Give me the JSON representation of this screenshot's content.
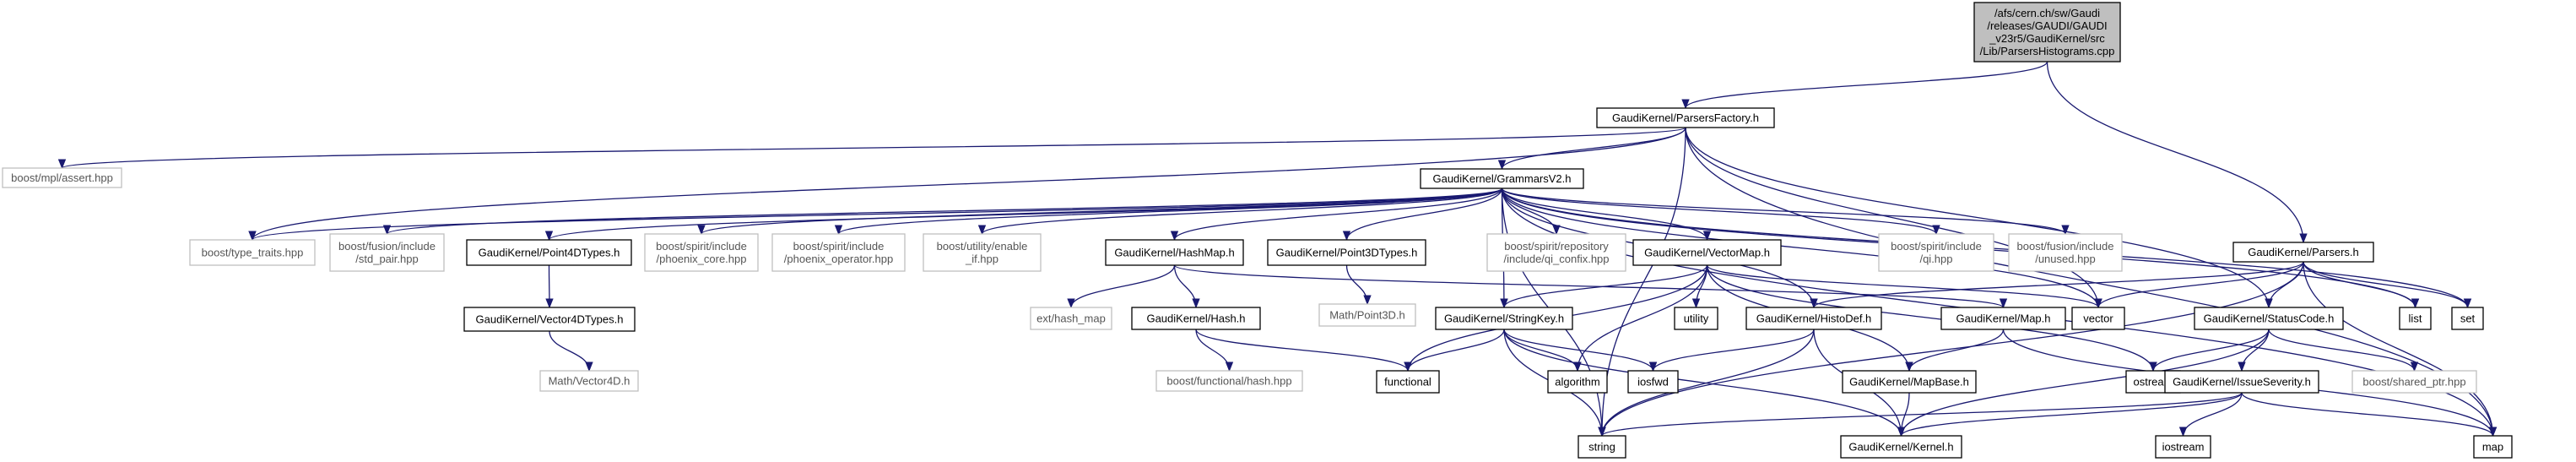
{
  "colors": {
    "edge": "#191970",
    "box_border": "#000000",
    "ext_border": "#bfbfbf",
    "root_fill": "#bfbfbf"
  },
  "nodes": {
    "root": {
      "lines": [
        "/afs/cern.ch/sw/Gaudi",
        "/releases/GAUDI/GAUDI",
        "_v23r5/GaudiKernel/src",
        "/Lib/ParsersHistograms.cpp"
      ],
      "kind": "root"
    },
    "parsersfactory": {
      "lines": [
        "GaudiKernel/ParsersFactory.h"
      ],
      "kind": "doc"
    },
    "parsers": {
      "lines": [
        "GaudiKernel/Parsers.h"
      ],
      "kind": "doc"
    },
    "assert": {
      "lines": [
        "boost/mpl/assert.hpp"
      ],
      "kind": "ext"
    },
    "grammars": {
      "lines": [
        "GaudiKernel/GrammarsV2.h"
      ],
      "kind": "doc"
    },
    "type_traits": {
      "lines": [
        "boost/type_traits.hpp"
      ],
      "kind": "ext"
    },
    "std_pair": {
      "lines": [
        "boost/fusion/include",
        "/std_pair.hpp"
      ],
      "kind": "ext"
    },
    "point4d": {
      "lines": [
        "GaudiKernel/Point4DTypes.h"
      ],
      "kind": "doc"
    },
    "phoenix_core": {
      "lines": [
        "boost/spirit/include",
        "/phoenix_core.hpp"
      ],
      "kind": "ext"
    },
    "phoenix_op": {
      "lines": [
        "boost/spirit/include",
        "/phoenix_operator.hpp"
      ],
      "kind": "ext"
    },
    "enable_if": {
      "lines": [
        "boost/utility/enable",
        "_if.hpp"
      ],
      "kind": "ext"
    },
    "hashmap": {
      "lines": [
        "GaudiKernel/HashMap.h"
      ],
      "kind": "doc"
    },
    "point3d": {
      "lines": [
        "GaudiKernel/Point3DTypes.h"
      ],
      "kind": "doc"
    },
    "qi_config": {
      "lines": [
        "boost/spirit/repository",
        "/include/qi_confix.hpp"
      ],
      "kind": "ext"
    },
    "vectormap": {
      "lines": [
        "GaudiKernel/VectorMap.h"
      ],
      "kind": "doc"
    },
    "qi": {
      "lines": [
        "boost/spirit/include",
        "/qi.hpp"
      ],
      "kind": "ext"
    },
    "unused": {
      "lines": [
        "boost/fusion/include",
        "/unused.hpp"
      ],
      "kind": "ext"
    },
    "vector4d": {
      "lines": [
        "GaudiKernel/Vector4DTypes.h"
      ],
      "kind": "doc"
    },
    "vector4d_h": {
      "lines": [
        "Math/Vector4D.h"
      ],
      "kind": "ext"
    },
    "ext_hash_map": {
      "lines": [
        "ext/hash_map"
      ],
      "kind": "ext"
    },
    "hash": {
      "lines": [
        "GaudiKernel/Hash.h"
      ],
      "kind": "doc"
    },
    "functional_hash": {
      "lines": [
        "boost/functional/hash.hpp"
      ],
      "kind": "ext"
    },
    "point3d_h": {
      "lines": [
        "Math/Point3D.h"
      ],
      "kind": "ext"
    },
    "stringkey": {
      "lines": [
        "GaudiKernel/StringKey.h"
      ],
      "kind": "doc"
    },
    "utility": {
      "lines": [
        "utility"
      ],
      "kind": "doc"
    },
    "histodef": {
      "lines": [
        "GaudiKernel/HistoDef.h"
      ],
      "kind": "doc"
    },
    "map_h": {
      "lines": [
        "GaudiKernel/Map.h"
      ],
      "kind": "doc"
    },
    "vector": {
      "lines": [
        "vector"
      ],
      "kind": "doc"
    },
    "statuscode": {
      "lines": [
        "GaudiKernel/StatusCode.h"
      ],
      "kind": "doc"
    },
    "list": {
      "lines": [
        "list"
      ],
      "kind": "doc"
    },
    "set": {
      "lines": [
        "set"
      ],
      "kind": "doc"
    },
    "functional": {
      "lines": [
        "functional"
      ],
      "kind": "doc"
    },
    "algorithm": {
      "lines": [
        "algorithm"
      ],
      "kind": "doc"
    },
    "iosfwd": {
      "lines": [
        "iosfwd"
      ],
      "kind": "doc"
    },
    "mapbase": {
      "lines": [
        "GaudiKernel/MapBase.h"
      ],
      "kind": "doc"
    },
    "ostream": {
      "lines": [
        "ostream"
      ],
      "kind": "doc"
    },
    "issueseverity": {
      "lines": [
        "GaudiKernel/IssueSeverity.h"
      ],
      "kind": "doc"
    },
    "shared_ptr": {
      "lines": [
        "boost/shared_ptr.hpp"
      ],
      "kind": "ext"
    },
    "string": {
      "lines": [
        "string"
      ],
      "kind": "doc"
    },
    "kernel": {
      "lines": [
        "GaudiKernel/Kernel.h"
      ],
      "kind": "doc"
    },
    "iostream": {
      "lines": [
        "iostream"
      ],
      "kind": "doc"
    },
    "map": {
      "lines": [
        "map"
      ],
      "kind": "doc"
    }
  },
  "edges": [
    [
      "root",
      "parsersfactory"
    ],
    [
      "root",
      "parsers"
    ],
    [
      "parsersfactory",
      "assert"
    ],
    [
      "parsersfactory",
      "grammars"
    ],
    [
      "parsersfactory",
      "type_traits"
    ],
    [
      "parsersfactory",
      "string"
    ],
    [
      "parsersfactory",
      "vector"
    ],
    [
      "parsersfactory",
      "statuscode"
    ],
    [
      "parsersfactory",
      "map"
    ],
    [
      "grammars",
      "type_traits"
    ],
    [
      "grammars",
      "std_pair"
    ],
    [
      "grammars",
      "point4d"
    ],
    [
      "grammars",
      "phoenix_core"
    ],
    [
      "grammars",
      "phoenix_op"
    ],
    [
      "grammars",
      "enable_if"
    ],
    [
      "grammars",
      "hashmap"
    ],
    [
      "grammars",
      "point3d"
    ],
    [
      "grammars",
      "qi_config"
    ],
    [
      "grammars",
      "vectormap"
    ],
    [
      "grammars",
      "qi"
    ],
    [
      "grammars",
      "unused"
    ],
    [
      "grammars",
      "stringkey"
    ],
    [
      "grammars",
      "histodef"
    ],
    [
      "grammars",
      "vector"
    ],
    [
      "grammars",
      "list"
    ],
    [
      "grammars",
      "set"
    ],
    [
      "grammars",
      "map"
    ],
    [
      "grammars",
      "string"
    ],
    [
      "point4d",
      "vector4d"
    ],
    [
      "vector4d",
      "vector4d_h"
    ],
    [
      "hashmap",
      "ext_hash_map"
    ],
    [
      "hashmap",
      "hash"
    ],
    [
      "hashmap",
      "map_h"
    ],
    [
      "hash",
      "functional_hash"
    ],
    [
      "hash",
      "functional"
    ],
    [
      "point3d",
      "point3d_h"
    ],
    [
      "vectormap",
      "utility"
    ],
    [
      "vectormap",
      "vector"
    ],
    [
      "vectormap",
      "functional"
    ],
    [
      "vectormap",
      "algorithm"
    ],
    [
      "vectormap",
      "stringkey"
    ],
    [
      "vectormap",
      "mapbase"
    ],
    [
      "vectormap",
      "ostream"
    ],
    [
      "stringkey",
      "functional"
    ],
    [
      "stringkey",
      "algorithm"
    ],
    [
      "stringkey",
      "iosfwd"
    ],
    [
      "stringkey",
      "string"
    ],
    [
      "stringkey",
      "kernel"
    ],
    [
      "histodef",
      "iosfwd"
    ],
    [
      "histodef",
      "string"
    ],
    [
      "histodef",
      "kernel"
    ],
    [
      "map_h",
      "mapbase"
    ],
    [
      "map_h",
      "map"
    ],
    [
      "mapbase",
      "kernel"
    ],
    [
      "parsers",
      "histodef"
    ],
    [
      "parsers",
      "vector"
    ],
    [
      "parsers",
      "statuscode"
    ],
    [
      "parsers",
      "list"
    ],
    [
      "parsers",
      "set"
    ],
    [
      "parsers",
      "map"
    ],
    [
      "parsers",
      "string"
    ],
    [
      "statuscode",
      "ostream"
    ],
    [
      "statuscode",
      "issueseverity"
    ],
    [
      "statuscode",
      "shared_ptr"
    ],
    [
      "statuscode",
      "kernel"
    ],
    [
      "issueseverity",
      "string"
    ],
    [
      "issueseverity",
      "kernel"
    ],
    [
      "issueseverity",
      "iostream"
    ],
    [
      "issueseverity",
      "map"
    ]
  ]
}
